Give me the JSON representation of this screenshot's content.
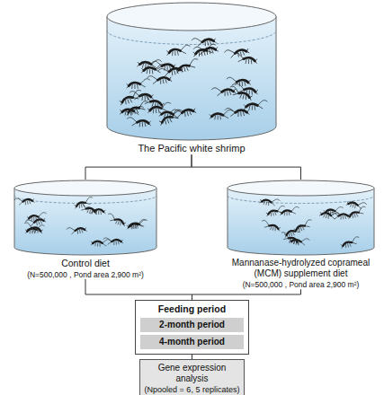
{
  "diagram": {
    "nodes": [
      {
        "text": [
          "The Pacific white shrimp"
        ]
      },
      {
        "text": [
          "Control diet",
          "(N=500,000 , Pond area 2,900 m²)"
        ]
      },
      {
        "text": [
          "Mannanase-hydrolyzed coprameal (MCM) supplement diet",
          "(N=500,000 , Pond area 2,900 m²)"
        ]
      },
      {
        "text": [
          "Feeding period"
        ]
      },
      {
        "text": [
          "2-month period"
        ],
        "in": 3
      },
      {
        "text": [
          "4-month period"
        ],
        "in": 3
      },
      {
        "text": [
          "Gene expression analysis",
          "(Npooled = 6, 5 replicates)"
        ]
      }
    ],
    "edges": [
      {
        "from": 0,
        "to": 1,
        "arrow": "none"
      },
      {
        "from": 0,
        "to": 2,
        "arrow": "none"
      },
      {
        "from": 1,
        "to": 3,
        "arrow": "none"
      },
      {
        "from": 2,
        "to": 3,
        "arrow": "none"
      },
      {
        "from": 3,
        "to": 6,
        "arrow": "none"
      }
    ]
  }
}
